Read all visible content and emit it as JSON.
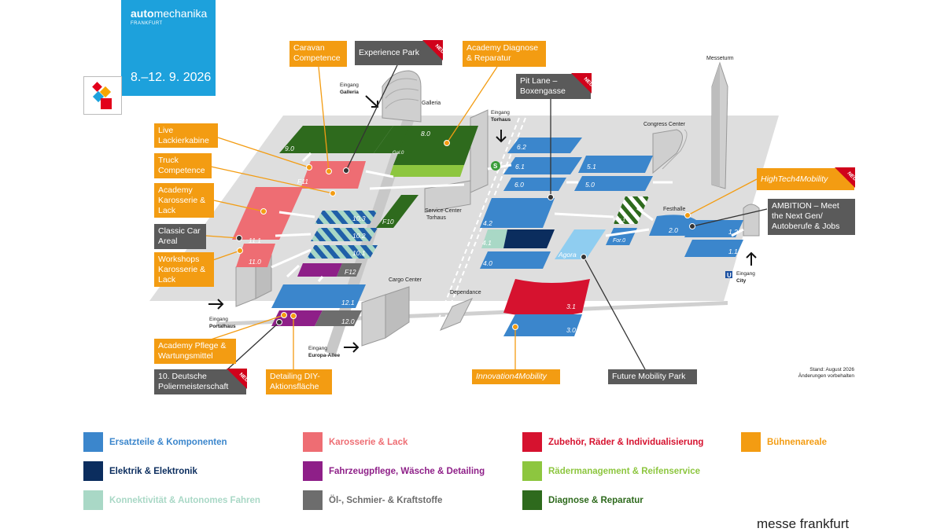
{
  "brand": {
    "name_bold": "auto",
    "name_light": "mechanika",
    "city": "FRANKFURT",
    "dates": "8.–12. 9. 2026"
  },
  "colors": {
    "ersatzteile": "#3b86cc",
    "elektrik": "#0b2d5e",
    "konnektivitaet": "#a9d8c6",
    "karosserie": "#ee6d73",
    "fahrzeugpflege": "#8e1f88",
    "oel": "#6d6d6d",
    "zubehoer": "#d6122f",
    "raeder": "#8dc63f",
    "diagnose": "#2e6a1d",
    "buehne": "#f39c12"
  },
  "halls": {
    "h9_0": "9.0",
    "h8_0": "8.0",
    "h_gal0": "Gal.0",
    "h_f11": "F11",
    "h_f10": "F10",
    "h11_1": "11.1",
    "h11_0": "11.0",
    "h10_3": "10.3",
    "h10_2": "10.2",
    "h10_1": "10.1",
    "h_f12": "F12",
    "h12_1": "12.1",
    "h12_0": "12.0",
    "h6_2": "6.2",
    "h6_1": "6.1",
    "h6_0": "6.0",
    "h5_1": "5.1",
    "h5_0": "5.0",
    "h4_2": "4.2",
    "h4_1": "4.1",
    "h4_0": "4.0",
    "h_agora": "Agora",
    "h3_1": "3.1",
    "h3_0": "3.0",
    "h_for1": "For.1",
    "h_for0": "For.0",
    "h2_0": "2.0",
    "h1_2": "1.2",
    "h1_1": "1.1"
  },
  "places": {
    "galleria": "Galleria",
    "congress": "Congress Center",
    "messeturm": "Messeturm",
    "festhalle": "Festhalle",
    "service_1": "Service-Center",
    "service_2": "Torhaus",
    "cargo": "Cargo Center",
    "dependance": "Dependance",
    "s_icon": "S",
    "u_icon": "U"
  },
  "entrances": {
    "galleria_1": "Eingang",
    "galleria_2": "Galleria",
    "torhaus_1": "Eingang",
    "torhaus_2": "Torhaus",
    "portalhaus_1": "Eingang",
    "portalhaus_2": "Portalhaus",
    "europa_1": "Eingang",
    "europa_2": "Europa-Allee",
    "city_1": "Eingang",
    "city_2": "City"
  },
  "callouts": {
    "caravan": "Caravan Competence",
    "experience": "Experience Park",
    "academy_diag": "Academy Diagnose & Reparatur",
    "pitlane": "Pit Lane – Boxengasse",
    "live_lack": "Live Lackierkabine",
    "truck": "Truck Competence",
    "academy_karo": "Academy Karosserie & Lack",
    "classic": "Classic Car Areal",
    "workshops": "Workshops Karosserie & Lack",
    "hightech": "HighTech4Mobility",
    "ambition": "AMBITION – Meet the Next Gen/ Autoberufe & Jobs",
    "academy_pflege": "Academy Pflege & Wartungsmittel",
    "poliermeister": "10. Deutsche Poliermeisterschaft",
    "detailing": "Detailing DIY-Aktionsfläche",
    "innovation": "Innovation4Mobility",
    "future": "Future Mobility Park",
    "neu": "NEU"
  },
  "stand": {
    "line1": "Stand: August 2026",
    "line2": "Änderungen vorbehalten"
  },
  "legend": [
    {
      "label": "Ersatzteile & Komponenten",
      "color": "#3b86cc",
      "text_color": "#3b86cc"
    },
    {
      "label": "Karosserie & Lack",
      "color": "#ee6d73",
      "text_color": "#ee6d73"
    },
    {
      "label": "Zubehör, Räder & Individualisierung",
      "color": "#d6122f",
      "text_color": "#d6122f"
    },
    {
      "label": "Bühnenareale",
      "color": "#f39c12",
      "text_color": "#f39c12"
    },
    {
      "label": "Elektrik & Elektronik",
      "color": "#0b2d5e",
      "text_color": "#0b2d5e"
    },
    {
      "label": "Fahrzeugpflege, Wäsche & Detailing",
      "color": "#8e1f88",
      "text_color": "#8e1f88"
    },
    {
      "label": "Rädermanagement & Reifenservice",
      "color": "#8dc63f",
      "text_color": "#8dc63f"
    },
    {
      "label": "Konnektivität & Autonomes Fahren",
      "color": "#a9d8c6",
      "text_color": "#a9d8c6"
    },
    {
      "label": "Öl-, Schmier- & Kraftstoffe",
      "color": "#6d6d6d",
      "text_color": "#6d6d6d"
    },
    {
      "label": "Diagnose & Reparatur",
      "color": "#2e6a1d",
      "text_color": "#2e6a1d"
    }
  ],
  "footer": "messe frankfurt"
}
